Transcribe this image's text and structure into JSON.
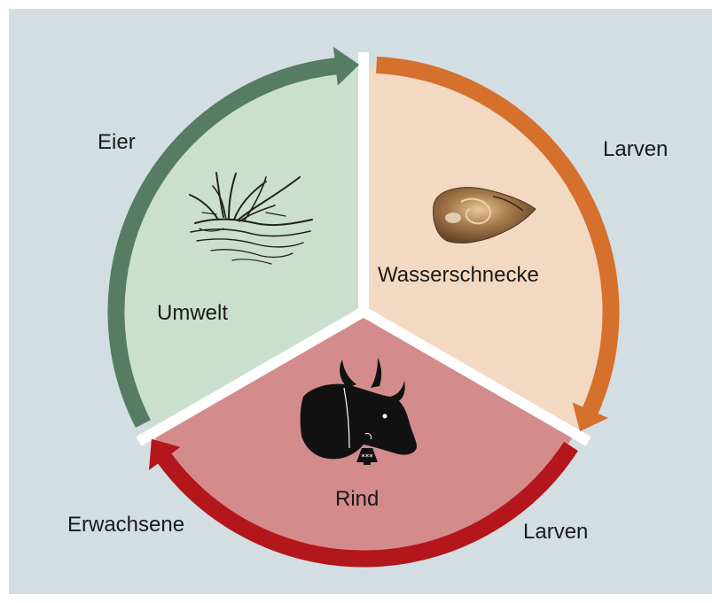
{
  "diagram": {
    "colors": {
      "panel_background": "#d3dee2",
      "divider": "#ffffff",
      "umwelt_fill": "#cbdfcf",
      "umwelt_ring": "#567c64",
      "snail_fill": "#f4d9c2",
      "snail_ring": "#d5702d",
      "rind_fill": "#d48b8c",
      "rind_ring": "#b3161b"
    },
    "segments": [
      {
        "id": "umwelt",
        "label": "Umwelt",
        "icon": "water-plant-icon"
      },
      {
        "id": "snail",
        "label": "Wasserschnecke",
        "icon": "snail-icon"
      },
      {
        "id": "rind",
        "label": "Rind",
        "icon": "cow-head-icon"
      }
    ],
    "stages": {
      "eier": "Eier",
      "larven_top": "Larven",
      "larven_bottom": "Larven",
      "erwachsene": "Erwachsene"
    }
  }
}
